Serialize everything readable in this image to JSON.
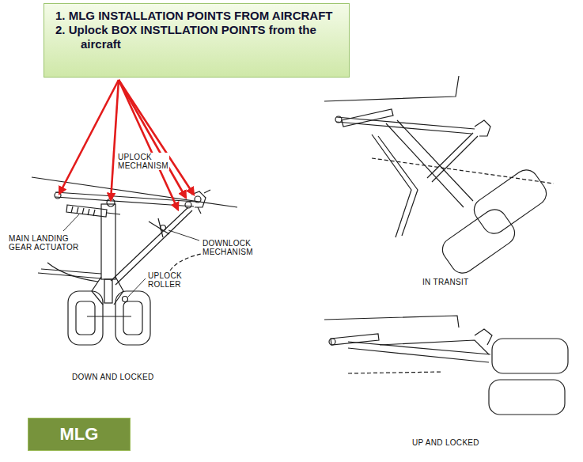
{
  "diagram": {
    "nodes": [
      {
        "text": [
          "1. MLG INSTALLATION POINTS FROM AIRCRAFT",
          "2. Uplock BOX INSTLLATION POINTS from the aircraft"
        ]
      },
      {
        "text": [
          "MLG"
        ]
      }
    ],
    "labels": [
      "UPLOCK MECHANISM",
      "MAIN LANDING GEAR ACTUATOR",
      "DOWNLOCK MECHANISM",
      "UPLOCK ROLLER",
      "DOWN AND LOCKED",
      "IN TRANSIT",
      "UP AND LOCKED"
    ]
  }
}
